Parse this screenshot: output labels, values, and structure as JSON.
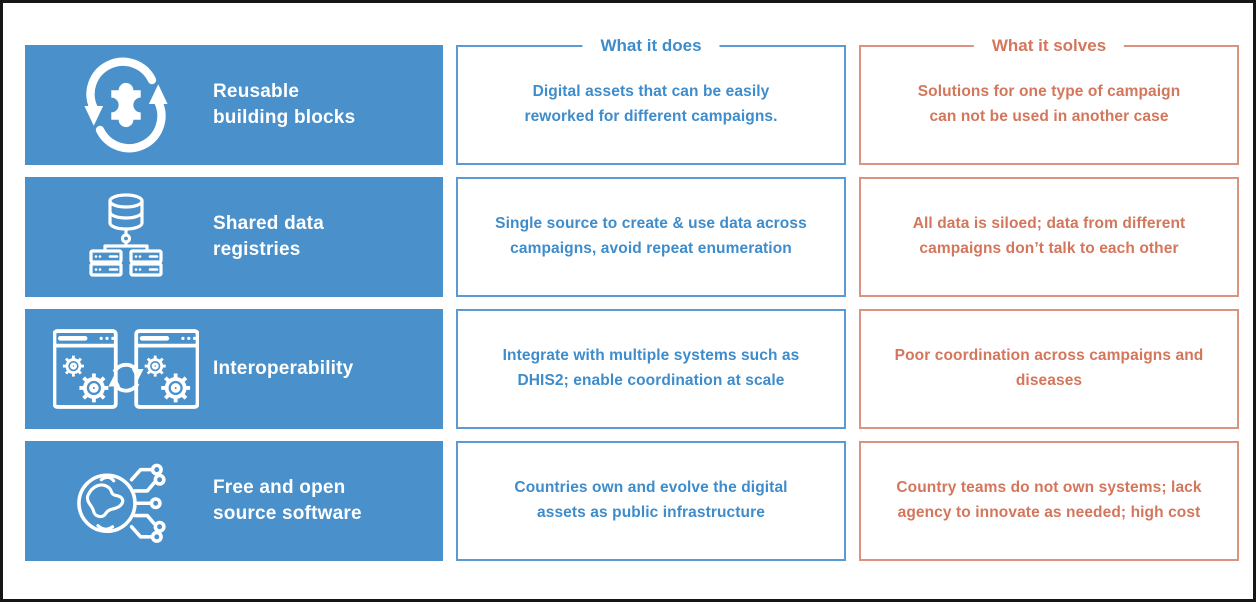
{
  "headers": {
    "does": "What it does",
    "solves": "What it solves"
  },
  "colors": {
    "blue_fill": "#4a90ca",
    "blue_border": "#5b9bd5",
    "blue_text": "#3e8ccb",
    "salmon_border": "#db9280",
    "salmon_text": "#d4765c",
    "frame": "#161616",
    "icon_stroke": "#ffffff"
  },
  "rows": [
    {
      "icon": "reuse-puzzle-icon",
      "label": "Reusable\nbuilding blocks",
      "does": "Digital assets that can be easily\nreworked for different campaigns.",
      "solves": "Solutions for one type of campaign\ncan not be used in another case"
    },
    {
      "icon": "shared-data-registry-icon",
      "label": "Shared data\nregistries",
      "does": "Single source to create & use data across\ncampaigns, avoid repeat enumeration",
      "solves": "All data is siloed; data from different\ncampaigns don’t talk to each other"
    },
    {
      "icon": "interoperability-gears-icon",
      "label": "Interoperability",
      "does": "Integrate with multiple systems such as\nDHIS2; enable coordination at scale",
      "solves": "Poor coordination across campaigns and\ndiseases"
    },
    {
      "icon": "open-source-globe-icon",
      "label": "Free and open\nsource software",
      "does": "Countries own and evolve the digital\nassets as public infrastructure",
      "solves": "Country teams do not own systems; lack\nagency to innovate as needed; high cost"
    }
  ]
}
